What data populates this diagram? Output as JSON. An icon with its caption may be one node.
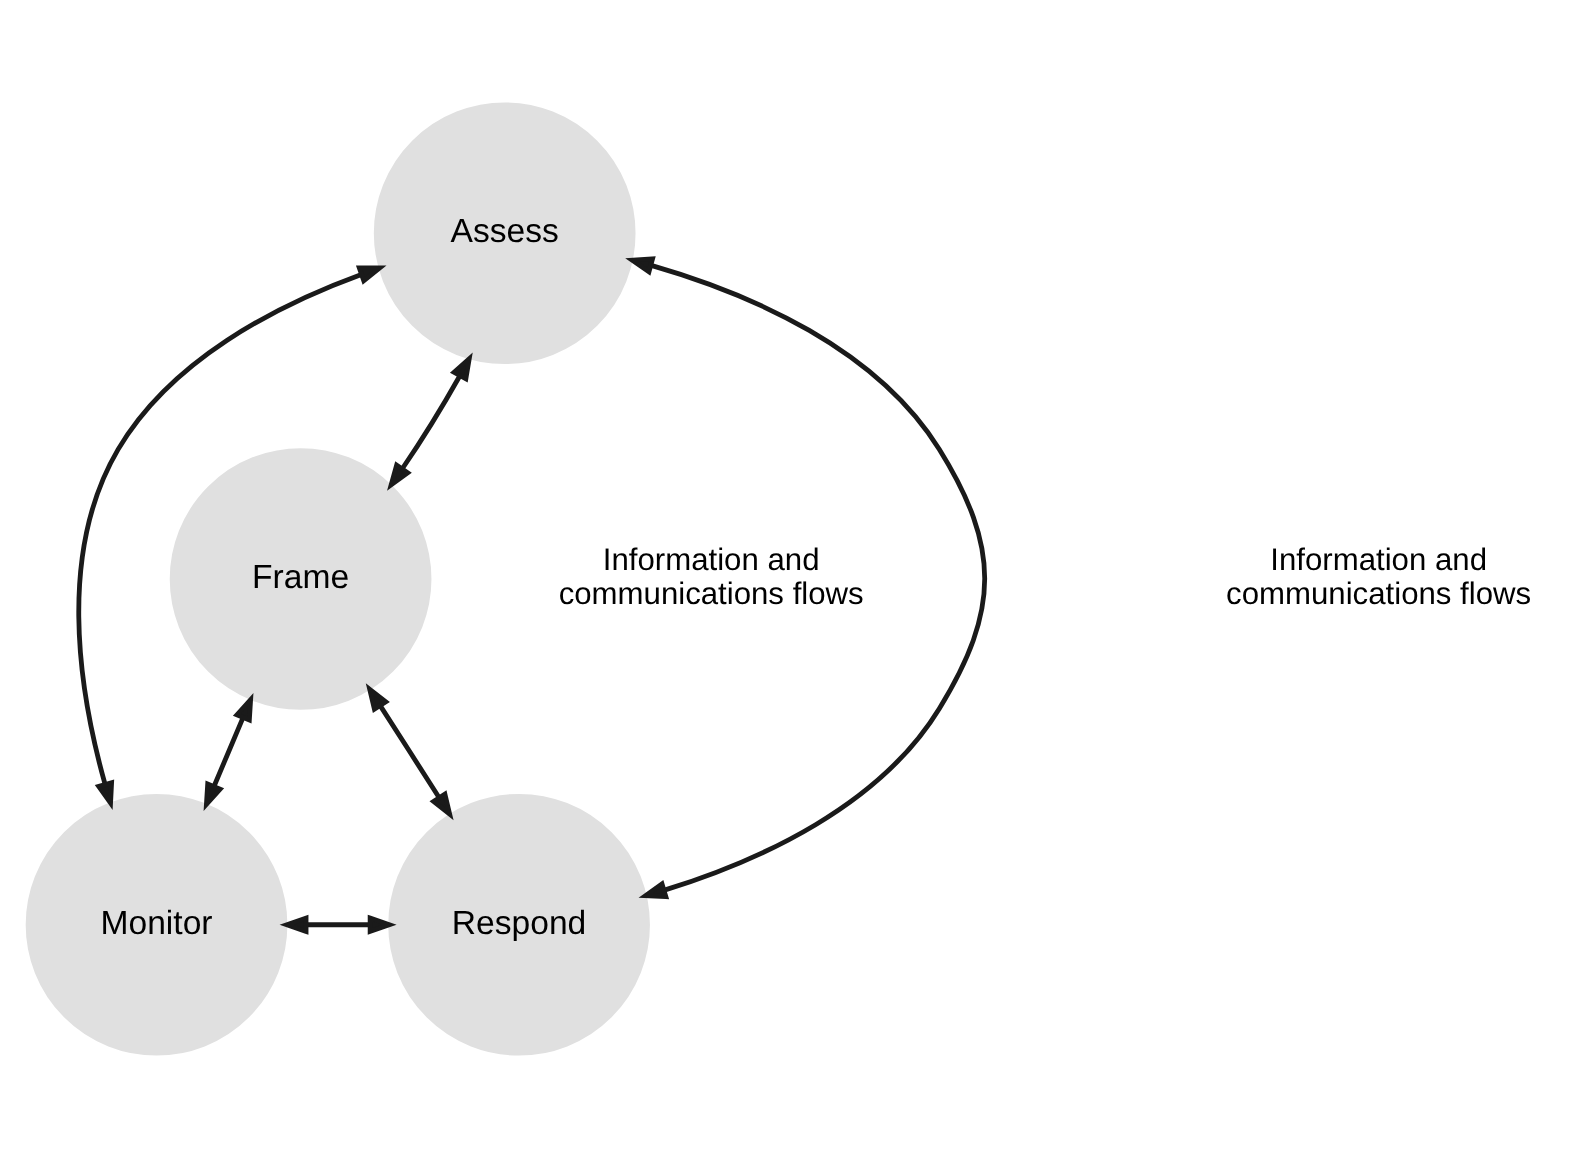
{
  "diagram": {
    "nodes": [
      {
        "text": [
          "Assess"
        ]
      },
      {
        "text": [
          "Frame"
        ]
      },
      {
        "text": [
          "Monitor"
        ]
      },
      {
        "text": [
          "Respond"
        ]
      }
    ],
    "edges": [
      {
        "from": 0,
        "to": 1,
        "arrow": "both"
      },
      {
        "from": 0,
        "to": 2,
        "arrow": "both"
      },
      {
        "from": 0,
        "to": 3,
        "arrow": "both"
      },
      {
        "from": 1,
        "to": 2,
        "arrow": "both"
      },
      {
        "from": 1,
        "to": 3,
        "arrow": "both"
      },
      {
        "from": 2,
        "to": 3,
        "arrow": "both"
      }
    ],
    "labels": [
      "Information and communications flows",
      "Information and communications flows"
    ]
  }
}
